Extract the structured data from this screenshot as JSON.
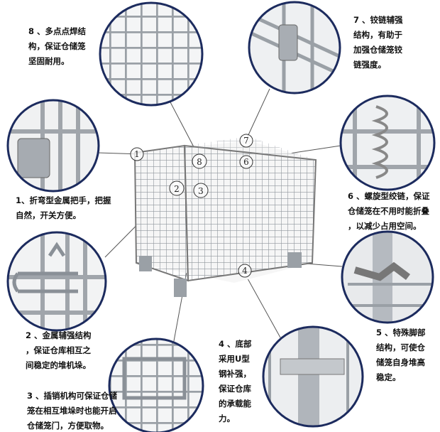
{
  "features": [
    {
      "number": "1",
      "text": "1、折弯型金属把手，把握\n自然，开关方便。"
    },
    {
      "number": "2",
      "text": "2 、金属辅强结构\n，保证仓库相互之\n间稳定的堆机垛。"
    },
    {
      "number": "3",
      "text": "3 、插销机构可保证仓储\n笼在相互堆垛时也能开启\n仓储笼门，方便取物。"
    },
    {
      "number": "4",
      "text": "4 、底部\n采用U型\n钢补强，\n保证仓库\n的承载能\n力。"
    },
    {
      "number": "5",
      "text": "5 、特殊脚部\n结构，可使仓\n储笼自身堆高\n稳定。"
    },
    {
      "number": "6",
      "text": "6 、螺旋型绞链，保证\n仓储笼在不用时能折叠\n，以减少占用空间。"
    },
    {
      "number": "7",
      "text": "7 、铰链辅强\n结构，有助于\n加强仓储笼铰\n链强度。"
    },
    {
      "number": "8",
      "text": "8 、多点点焊结\n构，保证仓储笼\n坚固耐用。"
    }
  ],
  "colors": {
    "circle_border": "#1c2b5e",
    "metal": "#b9bdc2",
    "leader": "#555555"
  }
}
